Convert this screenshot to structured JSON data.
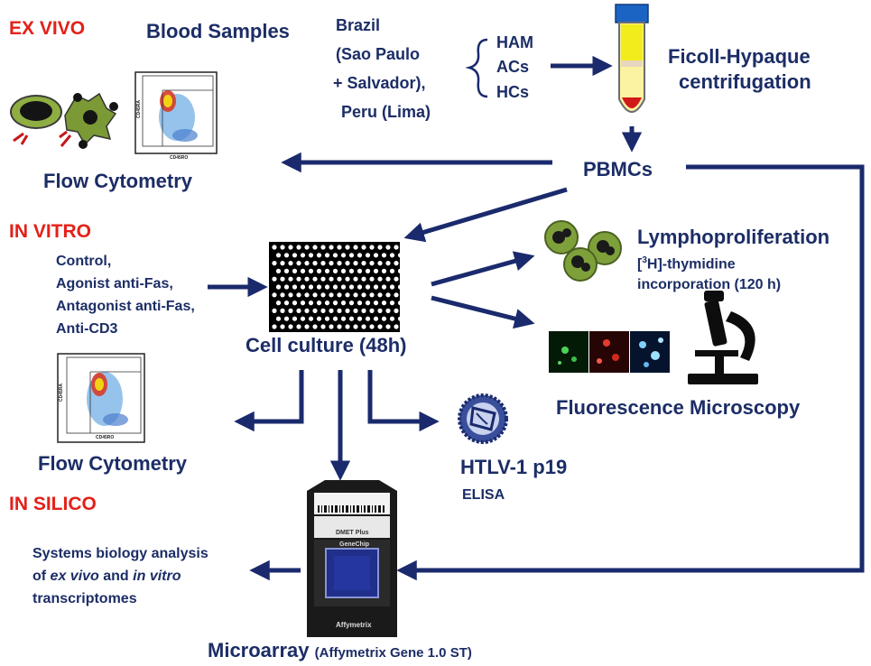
{
  "sections": {
    "ex_vivo": "EX VIVO",
    "in_vitro": "IN VITRO",
    "in_silico": "IN SILICO"
  },
  "blood_samples": "Blood Samples",
  "locations": [
    "Brazil",
    "(Sao Paulo",
    "+ Salvador),",
    "Peru (Lima)"
  ],
  "groups": [
    "HAM",
    "ACs",
    "HCs"
  ],
  "ficoll": [
    "Ficoll-Hypaque",
    "centrifugation"
  ],
  "pbmcs": "PBMCs",
  "flow_cytometry_top": "Flow  Cytometry",
  "flow_cytometry_bottom": "Flow Cytometry",
  "treatments": [
    "Control,",
    "Agonist anti-Fas,",
    "Antagonist anti-Fas,",
    "Anti-CD3"
  ],
  "cell_culture": "Cell culture (48h)",
  "lymphoproliferation": "Lymphoproliferation",
  "thymidine": {
    "pre": "[",
    "sup": "3",
    "post": "H]-thymidine"
  },
  "incorporation": "incorporation (120 h)",
  "fluorescence": "Fluorescence Microscopy",
  "htlv": "HTLV-1 p19",
  "elisa": "ELISA",
  "systems_biology": {
    "line1": "Systems biology analysis",
    "of": "of ",
    "ex_vivo": "ex vivo",
    "and": " and ",
    "in_vitro": "in vitro",
    "line3": "transcriptomes"
  },
  "microarray": {
    "main": "Microarray",
    "detail": "(Affymetrix Gene 1.0 ST)"
  },
  "chip_labels": {
    "product": "DMET Plus",
    "brand": "GeneChip",
    "maker": "Affymetrix"
  },
  "plot_labels": {
    "y": "CD45RA",
    "x": "CD45RO"
  },
  "colors": {
    "section": "#e32119",
    "text": "#1c2d66",
    "arrow": "#1a2a6c"
  }
}
